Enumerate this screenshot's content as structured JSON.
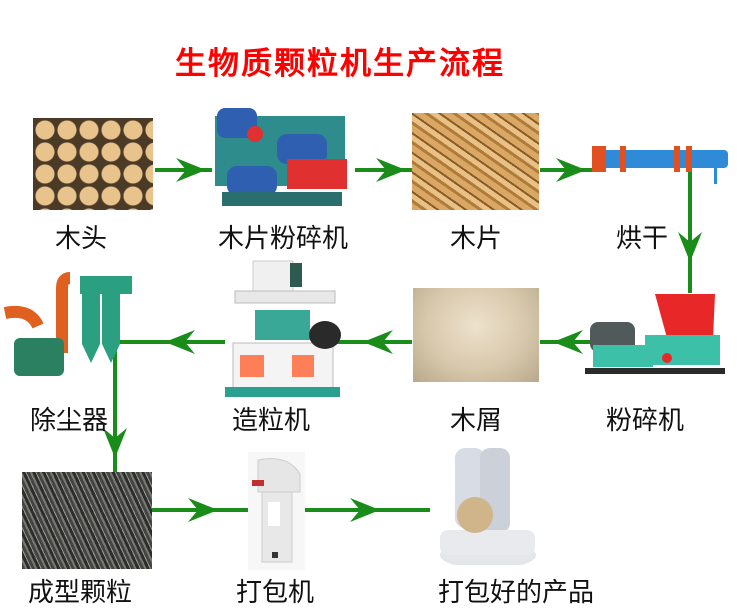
{
  "title": "生物质颗粒机生产流程",
  "colors": {
    "title": "#ff0000",
    "arrow": "#1a8c1a"
  },
  "steps": [
    {
      "id": 1,
      "label": "木头",
      "image": "wood-logs"
    },
    {
      "id": 2,
      "label": "木片粉碎机",
      "image": "wood-chipper-machine"
    },
    {
      "id": 3,
      "label": "木片",
      "image": "wood-chips"
    },
    {
      "id": 4,
      "label": "烘干",
      "image": "rotary-dryer"
    },
    {
      "id": 5,
      "label": "粉碎机",
      "image": "hammer-mill"
    },
    {
      "id": 6,
      "label": "木屑",
      "image": "sawdust"
    },
    {
      "id": 7,
      "label": "造粒机",
      "image": "pellet-mill"
    },
    {
      "id": 8,
      "label": "除尘器",
      "image": "dust-collector"
    },
    {
      "id": 9,
      "label": "成型颗粒",
      "image": "finished-pellets"
    },
    {
      "id": 10,
      "label": "打包机",
      "image": "packing-machine"
    },
    {
      "id": 11,
      "label": "打包好的产品",
      "image": "packed-products"
    }
  ],
  "flow": [
    {
      "from": "木头",
      "to": "木片粉碎机",
      "direction": "right"
    },
    {
      "from": "木片粉碎机",
      "to": "木片",
      "direction": "right"
    },
    {
      "from": "木片",
      "to": "烘干",
      "direction": "right"
    },
    {
      "from": "烘干",
      "to": "粉碎机",
      "direction": "down"
    },
    {
      "from": "粉碎机",
      "to": "木屑",
      "direction": "left"
    },
    {
      "from": "木屑",
      "to": "造粒机",
      "direction": "left"
    },
    {
      "from": "造粒机",
      "to": "除尘器",
      "direction": "left"
    },
    {
      "from": "除尘器",
      "to": "成型颗粒",
      "direction": "down"
    },
    {
      "from": "成型颗粒",
      "to": "打包机",
      "direction": "right"
    },
    {
      "from": "打包机",
      "to": "打包好的产品",
      "direction": "right"
    }
  ]
}
